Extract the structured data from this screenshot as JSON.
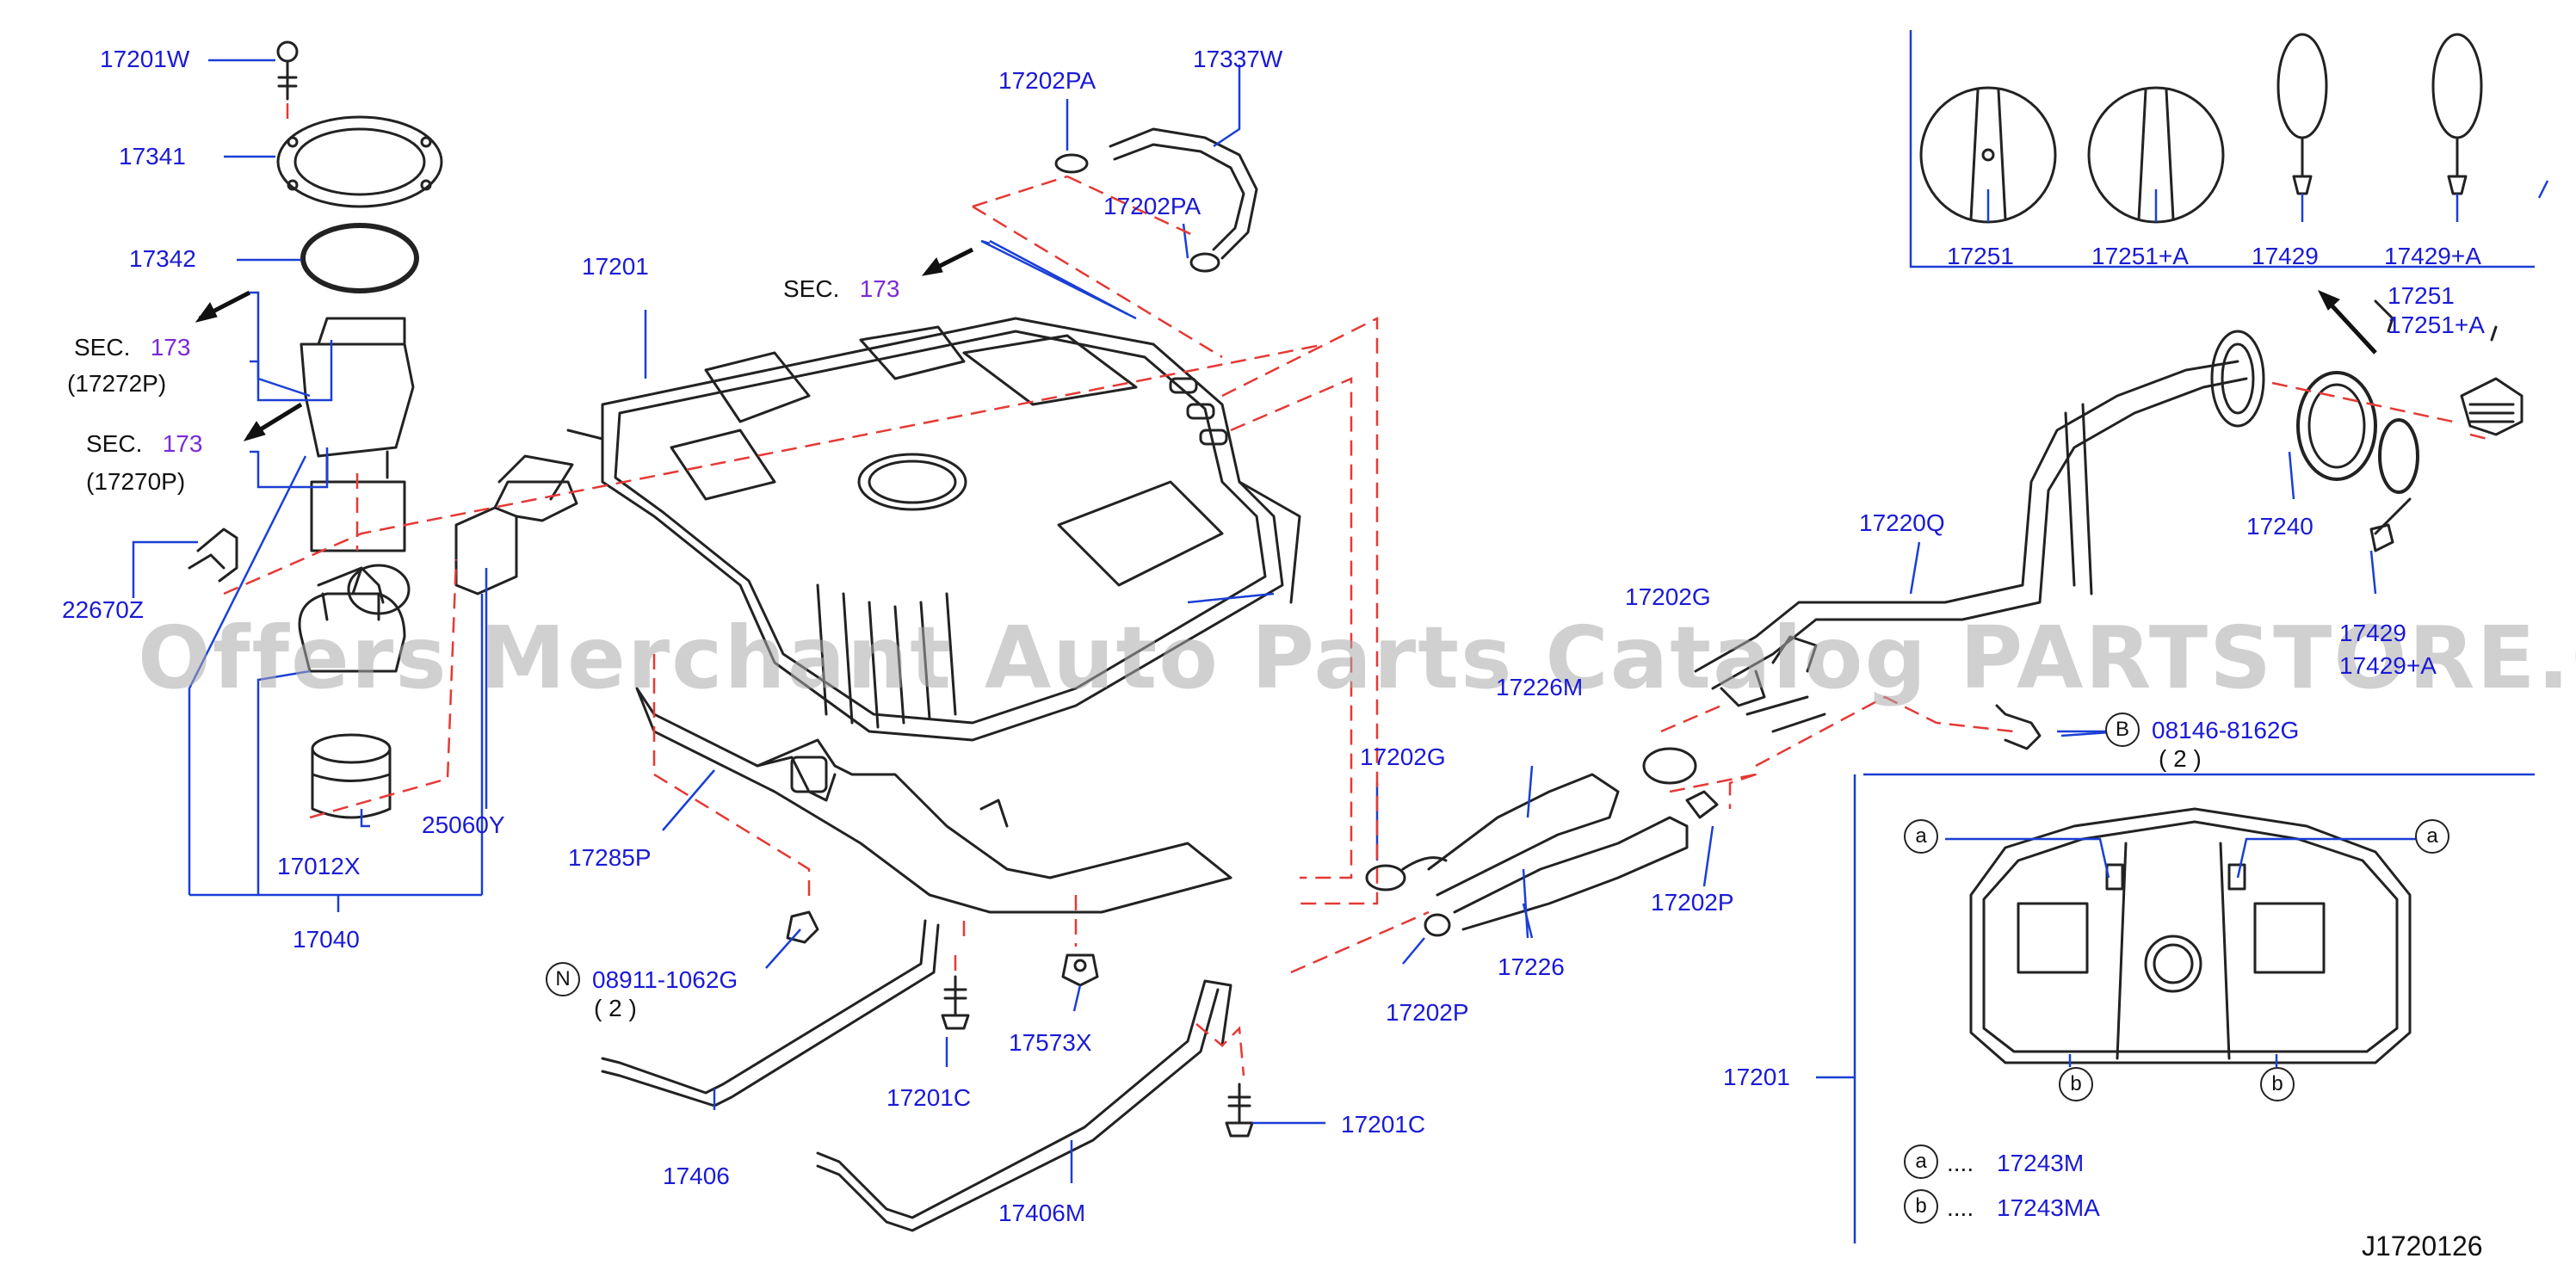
{
  "diagram_code": "J1720126",
  "watermark": "Offers Merchant Auto Parts Catalog PARTSTORE.CA",
  "colors": {
    "part_number": "#1a1ad6",
    "section_number": "#7a2ad6",
    "leader_line": "#1a3fd6",
    "dashed_line": "#e53935",
    "drawing": "#222222"
  },
  "parts": [
    {
      "id": "p17201W",
      "label": "17201W"
    },
    {
      "id": "p17341",
      "label": "17341"
    },
    {
      "id": "p17342",
      "label": "17342"
    },
    {
      "id": "p22670Z",
      "label": "22670Z"
    },
    {
      "id": "p17012X",
      "label": "17012X"
    },
    {
      "id": "p25060Y",
      "label": "25060Y"
    },
    {
      "id": "p17040",
      "label": "17040"
    },
    {
      "id": "p17201",
      "label": "17201"
    },
    {
      "id": "p17285P",
      "label": "17285P"
    },
    {
      "id": "p08911",
      "label": "08911-1062G"
    },
    {
      "id": "p17406",
      "label": "17406"
    },
    {
      "id": "p17201C_a",
      "label": "17201C"
    },
    {
      "id": "p17573X",
      "label": "17573X"
    },
    {
      "id": "p17406M",
      "label": "17406M"
    },
    {
      "id": "p17201C_b",
      "label": "17201C"
    },
    {
      "id": "p17202PA_a",
      "label": "17202PA"
    },
    {
      "id": "p17337W",
      "label": "17337W"
    },
    {
      "id": "p17202PA_b",
      "label": "17202PA"
    },
    {
      "id": "p17202G_a",
      "label": "17202G"
    },
    {
      "id": "p17202G_b",
      "label": "17202G"
    },
    {
      "id": "p17226M",
      "label": "17226M"
    },
    {
      "id": "p17202P_a",
      "label": "17202P"
    },
    {
      "id": "p17202P_b",
      "label": "17202P"
    },
    {
      "id": "p17226",
      "label": "17226"
    },
    {
      "id": "p17220Q",
      "label": "17220Q"
    },
    {
      "id": "p08146",
      "label": "08146-8162G"
    },
    {
      "id": "p17240",
      "label": "17240"
    },
    {
      "id": "p17429_main",
      "label": "17429"
    },
    {
      "id": "p17429A_main",
      "label": "17429+A"
    },
    {
      "id": "p17251_box",
      "label": "17251"
    },
    {
      "id": "p17251A_box",
      "label": "17251+A"
    },
    {
      "id": "p17429_box",
      "label": "17429"
    },
    {
      "id": "p17429A_box",
      "label": "17429+A"
    },
    {
      "id": "p17251_main",
      "label": "17251"
    },
    {
      "id": "p17251A_main",
      "label": "17251+A"
    },
    {
      "id": "p17201_detail",
      "label": "17201"
    },
    {
      "id": "p17243M",
      "label": "17243M"
    },
    {
      "id": "p17243MA",
      "label": "17243MA"
    }
  ],
  "section_refs": [
    {
      "id": "sec1",
      "prefix": "SEC.",
      "number": "173",
      "sub": "(17272P)"
    },
    {
      "id": "sec2",
      "prefix": "SEC.",
      "number": "173",
      "sub": "(17270P)"
    },
    {
      "id": "sec3",
      "prefix": "SEC.",
      "number": "173"
    }
  ],
  "quantities": {
    "n_qty": "( 2 )",
    "b_qty": "( 2 )"
  },
  "markers": {
    "N": "N",
    "B": "B",
    "a": "a",
    "b": "b"
  },
  "legend": {
    "dots": "....",
    "a_part": "17243M",
    "b_part": "17243MA"
  }
}
